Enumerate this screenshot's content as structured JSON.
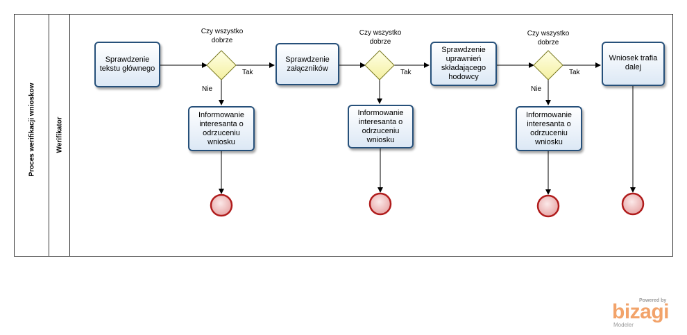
{
  "pool": {
    "title": "Proces werifikacji wnioskow"
  },
  "lane": {
    "title": "Werifikator"
  },
  "tasks": {
    "t1": "Sprawdzenie tekstu głównego",
    "t2": "Sprawdzenie załączników",
    "t3": "Sprawdzenie uprawnień składającego hodowcy",
    "t4": "Wniosek trafia dalej",
    "r1": "Informowanie interesanta o odrzuceniu wniosku",
    "r2": "Informowanie interesanta o odrzuceniu wniosku",
    "r3": "Informowanie interesanta o odrzuceniu wniosku"
  },
  "gateways": {
    "g1": "Czy wszystko dobrze",
    "g2": "Czy wszystko dobrze",
    "g3": "Czy wszystko dobrze"
  },
  "flow_labels": {
    "yes": "Tak",
    "no": "Nie"
  },
  "branding": {
    "powered": "Powered by",
    "brand": "bizagi",
    "product": "Modeler"
  },
  "colors": {
    "task_border": "#26507a",
    "gateway_fill": "#ffffc8",
    "end_event_fill": "#e8b0b0",
    "end_event_border": "#b01c1c",
    "brand": "#f2a36a"
  }
}
